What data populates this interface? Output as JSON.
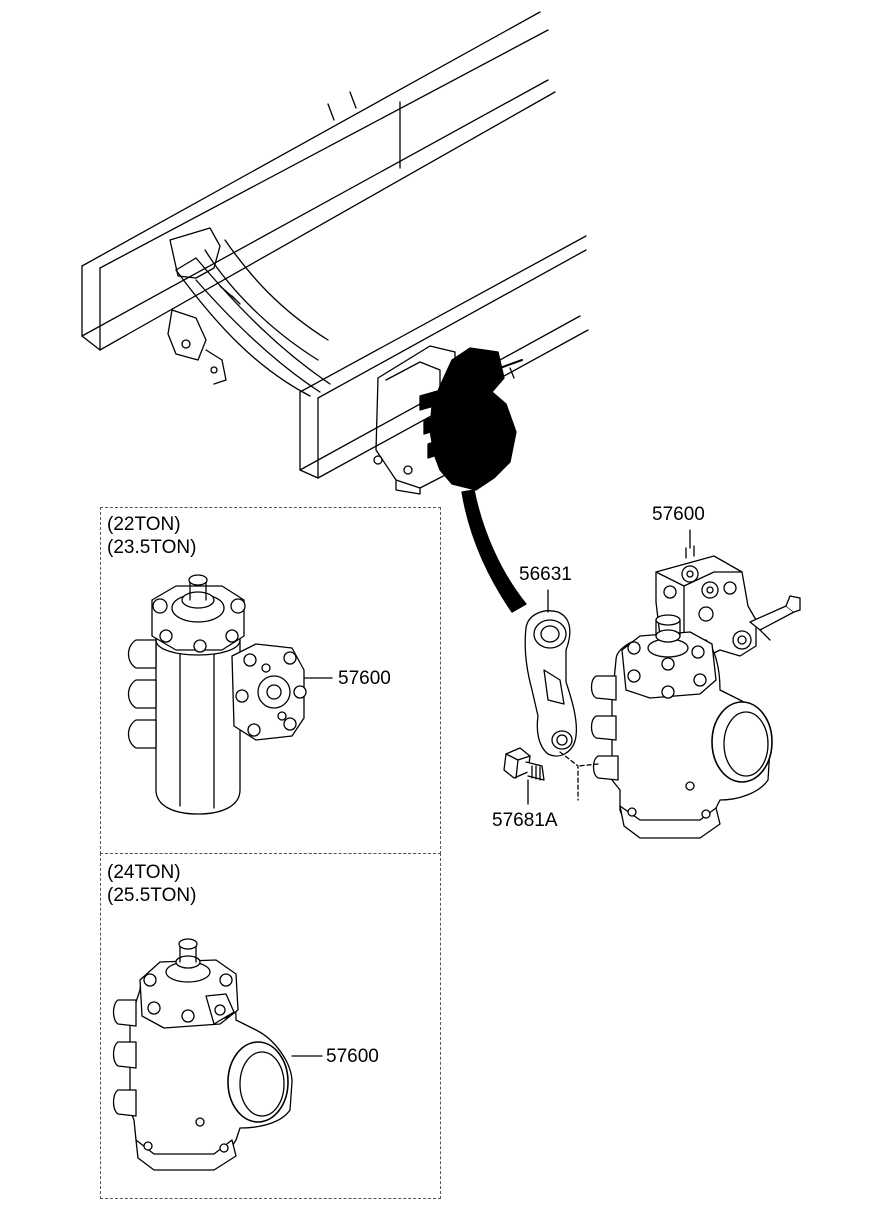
{
  "diagram": {
    "part_labels": {
      "gear_box_top": "57600",
      "pitman_arm": "56631",
      "bolt": "57681A",
      "gear_box_22ton": "57600",
      "gear_box_24ton": "57600"
    },
    "variants": [
      {
        "lines": [
          "(22TON)",
          "(23.5TON)"
        ]
      },
      {
        "lines": [
          "(24TON)",
          "(25.5TON)"
        ]
      }
    ]
  }
}
